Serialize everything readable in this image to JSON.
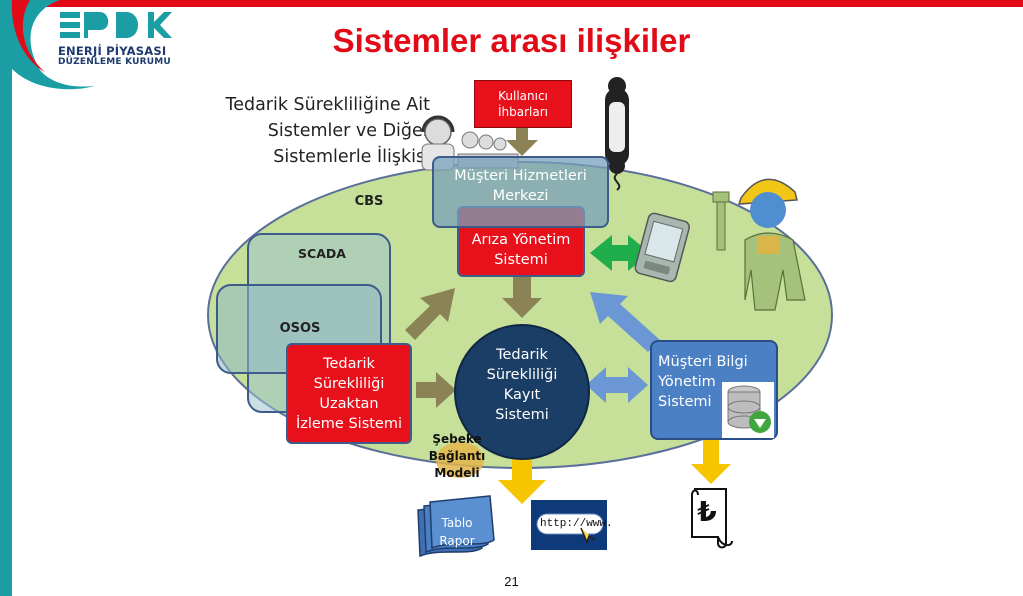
{
  "colors": {
    "accent_red": "#e10a16",
    "teal": "#1a9ea3",
    "ellipse_fill": "#c6e09a",
    "red_box": "#e8101a",
    "navy_circle": "#1a3e66",
    "blue_box": "#4b80c4",
    "olive_arrow": "#8b8356",
    "green_arrow": "#1fae4b",
    "blue_arrow": "#6b98d4",
    "yellow_arrow": "#f7c400"
  },
  "logo": {
    "mark": "EPDK",
    "line1": "ENERJİ PİYASASI",
    "line2": "DÜZENLEME KURUMU"
  },
  "title": "Sistemler arası ilişkiler",
  "subtitle": {
    "line1": "Tedarik Sürekliliğine Ait",
    "line2": "Sistemler ve Diğer",
    "line3": "Sistemlerle İlişkisi"
  },
  "diagram": {
    "cbs": "CBS",
    "scada": "SCADA",
    "osos": "OSOS",
    "kullanici": {
      "line1": "Kullanıcı",
      "line2": "İhbarları"
    },
    "musteri_hizmetleri": {
      "line1": "Müşteri Hizmetleri",
      "line2": "Merkezi"
    },
    "ariza": {
      "line1": "Arıza Yönetim",
      "line2": "Sistemi"
    },
    "tedarik_kayit": {
      "line1": "Tedarik",
      "line2": "Sürekliliği",
      "line3": "Kayıt",
      "line4": "Sistemi"
    },
    "uzaktan": {
      "line1": "Tedarik",
      "line2": "Sürekliliği",
      "line3": "Uzaktan",
      "line4": "İzleme Sistemi"
    },
    "musteri_bilgi": {
      "line1": "Müşteri Bilgi",
      "line2": "Yönetim",
      "line3": "Sistemi"
    },
    "sebeke": {
      "line1": "Şebeke",
      "line2": "Bağlantı",
      "line3": "Modeli"
    },
    "tablo": {
      "line1": "Tablo",
      "line2": "Rapor"
    },
    "http": "http://www.",
    "currency": "₺"
  },
  "icons": [
    "telephone-handset-icon",
    "call-center-agents-icon",
    "field-technician-icon",
    "handheld-terminal-icon",
    "database-icon",
    "document-stack-icon",
    "web-browser-icon",
    "invoice-scroll-icon"
  ],
  "page_number": "21"
}
